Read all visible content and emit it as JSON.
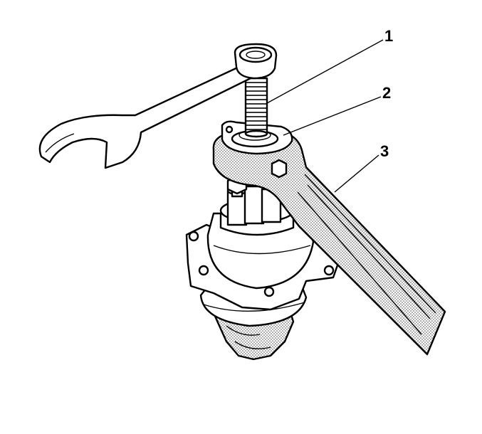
{
  "callouts": [
    {
      "id": "1",
      "label": "1"
    },
    {
      "id": "2",
      "label": "2"
    },
    {
      "id": "3",
      "label": "3"
    }
  ],
  "colors": {
    "ink": "#000000",
    "paper": "#ffffff",
    "shade": "#bdbdbd"
  }
}
